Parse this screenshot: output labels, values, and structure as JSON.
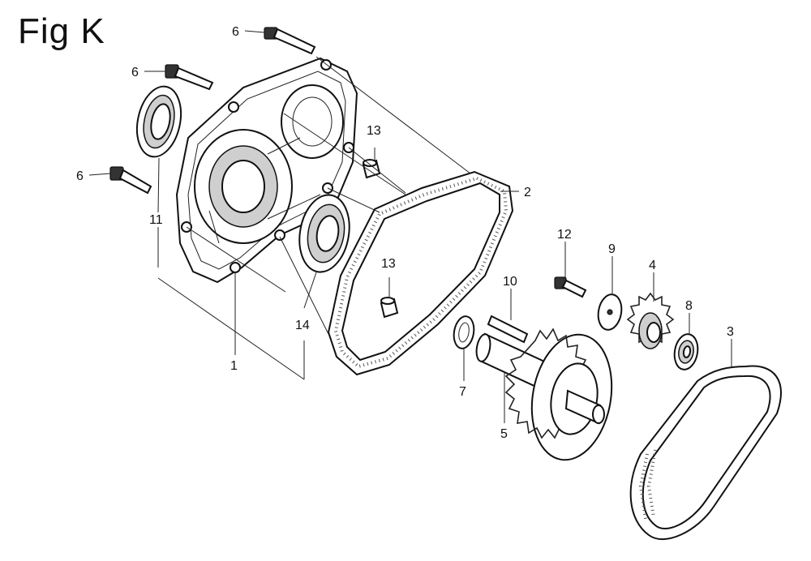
{
  "figure": {
    "title": "Fig K"
  },
  "callouts": {
    "c1": "1",
    "c2": "2",
    "c3": "3",
    "c4": "4",
    "c5": "5",
    "c6a": "6",
    "c6b": "6",
    "c6c": "6",
    "c7": "7",
    "c8": "8",
    "c9": "9",
    "c10": "10",
    "c11": "11",
    "c12": "12",
    "c13a": "13",
    "c13b": "13",
    "c14": "14"
  }
}
